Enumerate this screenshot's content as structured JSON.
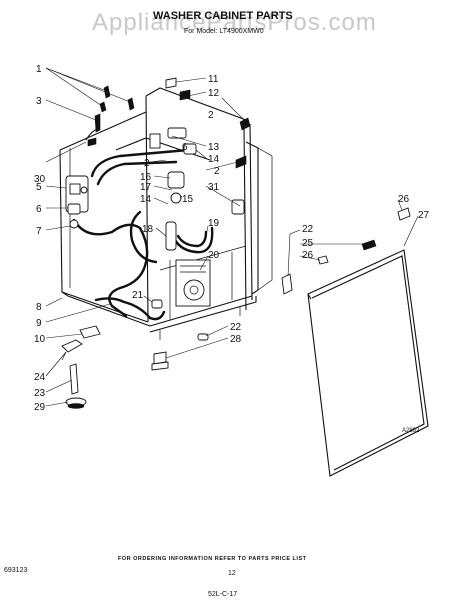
{
  "watermark": "AppliancePartsPros.com",
  "title": "WASHER CABINET PARTS",
  "subtitle": "For Model: LT4900XMW0",
  "drawing_ref": "A2862",
  "footer_note": "FOR ORDERING INFORMATION REFER TO PARTS PRICE LIST",
  "doc_number": "693123",
  "page_number": "12",
  "bottom_mark": "52L-C-17",
  "callouts": [
    {
      "id": "c1",
      "label": "1"
    },
    {
      "id": "c3",
      "label": "3"
    },
    {
      "id": "c30",
      "label": "30"
    },
    {
      "id": "c5",
      "label": "5"
    },
    {
      "id": "c6",
      "label": "6"
    },
    {
      "id": "c7",
      "label": "7"
    },
    {
      "id": "c8",
      "label": "8"
    },
    {
      "id": "c9",
      "label": "9"
    },
    {
      "id": "c10",
      "label": "10"
    },
    {
      "id": "c24",
      "label": "24"
    },
    {
      "id": "c23",
      "label": "23"
    },
    {
      "id": "c29",
      "label": "29"
    },
    {
      "id": "c11",
      "label": "11"
    },
    {
      "id": "c12",
      "label": "12"
    },
    {
      "id": "c2a",
      "label": "2"
    },
    {
      "id": "c13",
      "label": "13"
    },
    {
      "id": "c6b",
      "label": "6"
    },
    {
      "id": "c14a",
      "label": "14"
    },
    {
      "id": "c2b",
      "label": "2"
    },
    {
      "id": "c2c",
      "label": "2"
    },
    {
      "id": "c31",
      "label": "31"
    },
    {
      "id": "c16",
      "label": "16"
    },
    {
      "id": "c17",
      "label": "17"
    },
    {
      "id": "c14b",
      "label": "14"
    },
    {
      "id": "c15",
      "label": "15"
    },
    {
      "id": "c18",
      "label": "18"
    },
    {
      "id": "c19",
      "label": "19"
    },
    {
      "id": "c20",
      "label": "20"
    },
    {
      "id": "c21",
      "label": "21"
    },
    {
      "id": "c22a",
      "label": "22"
    },
    {
      "id": "c28",
      "label": "28"
    },
    {
      "id": "c22b",
      "label": "22"
    },
    {
      "id": "c25",
      "label": "25"
    },
    {
      "id": "c26a",
      "label": "26"
    },
    {
      "id": "c26b",
      "label": "26"
    },
    {
      "id": "c27",
      "label": "27"
    }
  ]
}
